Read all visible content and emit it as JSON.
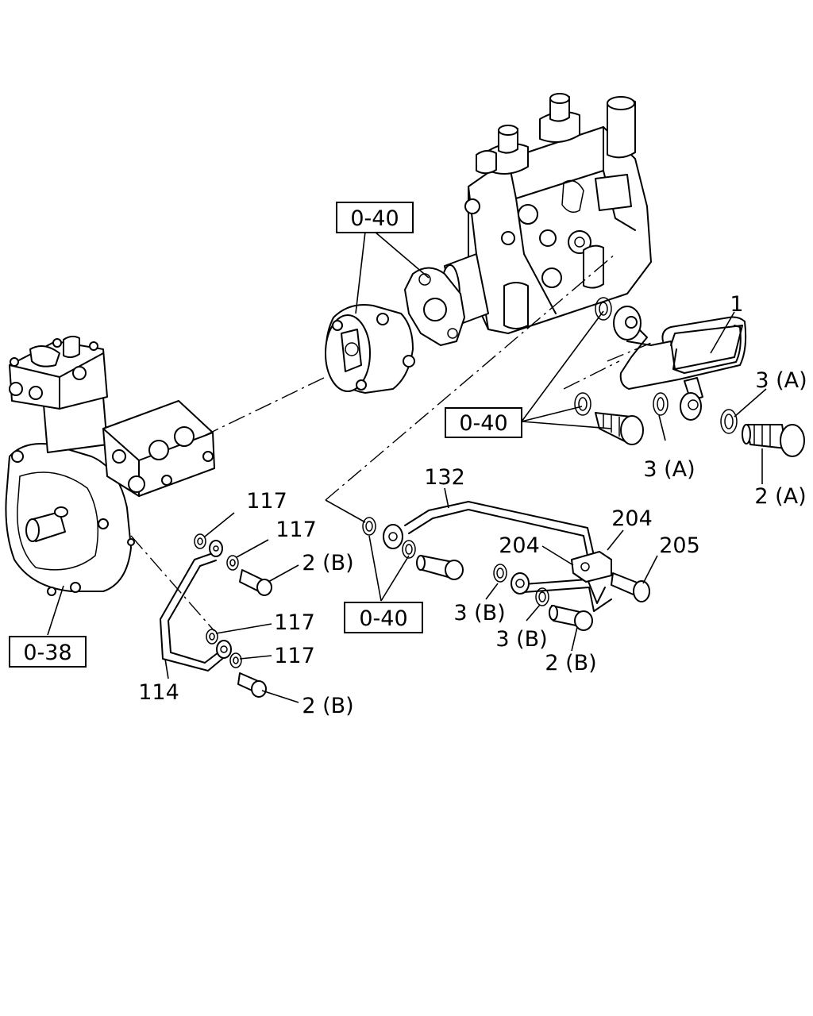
{
  "callouts": {
    "p1": "1",
    "p2a": "2 (A)",
    "p3a_right": "3 (A)",
    "p3a_below": "3 (A)",
    "p132": "132",
    "p204_top": "204",
    "p204_left": "204",
    "p205": "205",
    "p3b_a": "3 (B)",
    "p3b_b": "3 (B)",
    "p2b_mid": "2 (B)",
    "p117_a": "117",
    "p117_b": "117",
    "p117_c": "117",
    "p117_d": "117",
    "p2b_upper": "2 (B)",
    "p2b_lower": "2 (B)",
    "p114": "114"
  },
  "refs": {
    "top": "0-40",
    "right": "0-40",
    "bottom": "0-40",
    "left": "0-38"
  }
}
